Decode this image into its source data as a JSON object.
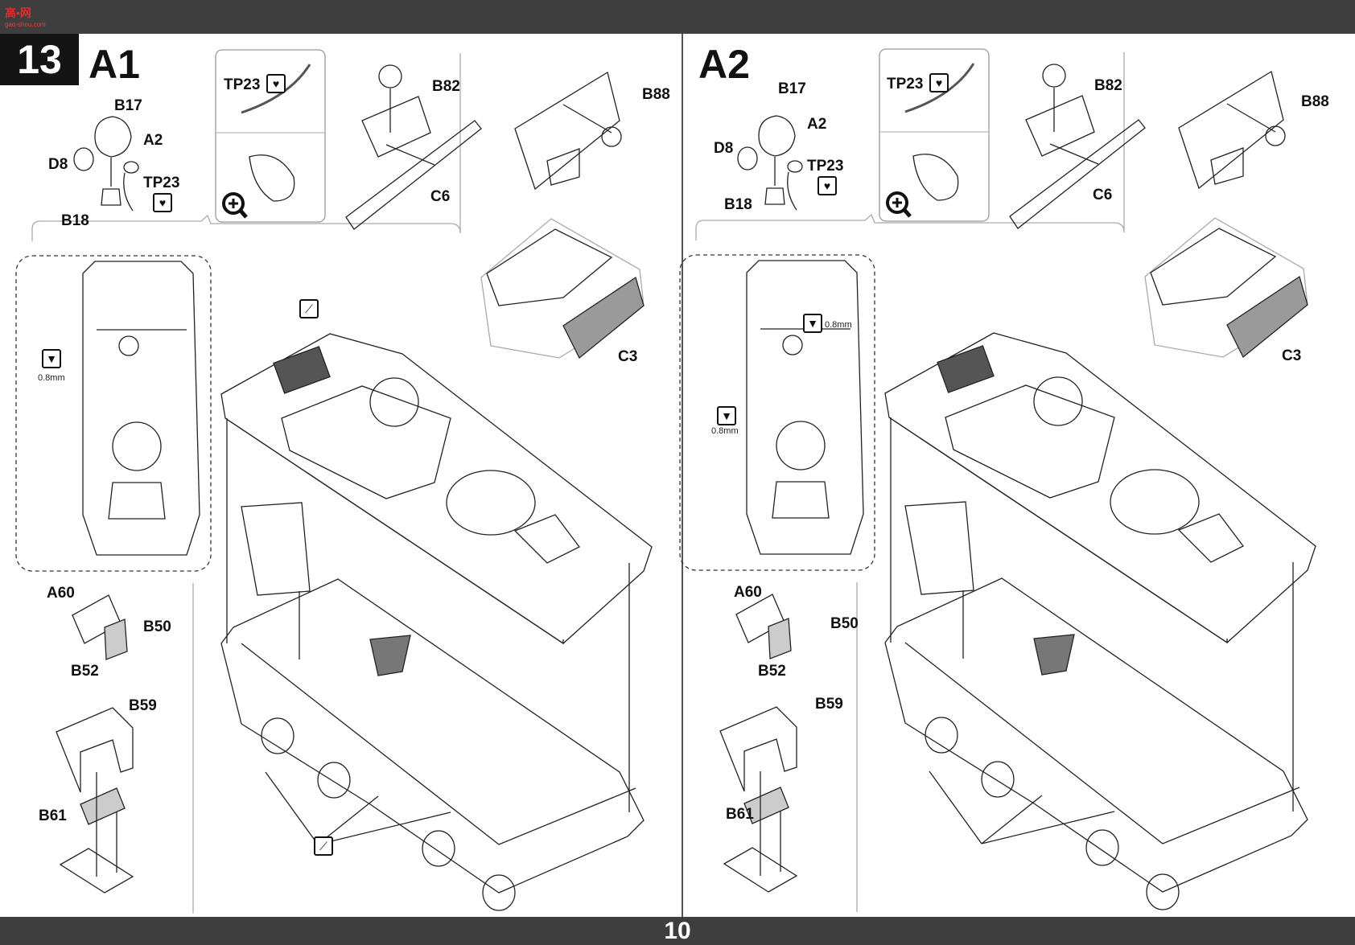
{
  "header": {
    "watermark": "高•网",
    "watermark_url": "gao-shou.com"
  },
  "step": {
    "number": "13",
    "variants": [
      "A1",
      "A2"
    ]
  },
  "page_number": "10",
  "icons": {
    "glue": "heart-drop-icon",
    "drill": "drill-bit-icon",
    "zoom": "zoom-plus-icon",
    "cut": "knife-cut-icon"
  },
  "panels": [
    {
      "variant": "A1",
      "parts": {
        "b17": "B17",
        "a2": "A2",
        "d8": "D8",
        "tp23": "TP23",
        "b18": "B18",
        "tp23_detail": "TP23",
        "b82": "B82",
        "c6": "C6",
        "b88": "B88",
        "c3": "C3",
        "a60": "A60",
        "b50": "B50",
        "b52": "B52",
        "b59": "B59",
        "b61": "B61"
      },
      "drill_sizes": [
        "0.8mm"
      ]
    },
    {
      "variant": "A2",
      "parts": {
        "b17": "B17",
        "a2": "A2",
        "d8": "D8",
        "tp23": "TP23",
        "b18": "B18",
        "tp23_detail": "TP23",
        "b82": "B82",
        "c6": "C6",
        "b88": "B88",
        "c3": "C3",
        "a60": "A60",
        "b50": "B50",
        "b52": "B52",
        "b59": "B59",
        "b61": "B61"
      },
      "drill_sizes": [
        "0.8mm",
        "0.8mm"
      ]
    }
  ]
}
